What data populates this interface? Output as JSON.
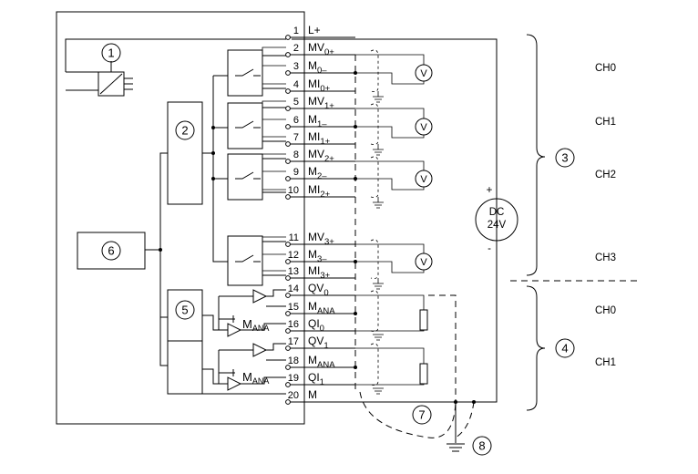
{
  "terminals": [
    {
      "num": "1",
      "main": "L+",
      "sub": ""
    },
    {
      "num": "2",
      "main": "MV",
      "sub": "0+"
    },
    {
      "num": "3",
      "main": "M",
      "sub": "0–"
    },
    {
      "num": "4",
      "main": "MI",
      "sub": "0+"
    },
    {
      "num": "5",
      "main": "MV",
      "sub": "1+"
    },
    {
      "num": "6",
      "main": "M",
      "sub": "1–"
    },
    {
      "num": "7",
      "main": "MI",
      "sub": "1+"
    },
    {
      "num": "8",
      "main": "MV",
      "sub": "2+"
    },
    {
      "num": "9",
      "main": "M",
      "sub": "2–"
    },
    {
      "num": "10",
      "main": "MI",
      "sub": "2+"
    },
    {
      "num": "11",
      "main": "MV",
      "sub": "3+"
    },
    {
      "num": "12",
      "main": "M",
      "sub": "3–"
    },
    {
      "num": "13",
      "main": "MI",
      "sub": "3+"
    },
    {
      "num": "14",
      "main": "QV",
      "sub": "0"
    },
    {
      "num": "15",
      "main": "M",
      "sub": "ANA"
    },
    {
      "num": "16",
      "main": "QI",
      "sub": "0"
    },
    {
      "num": "17",
      "main": "QV",
      "sub": "1"
    },
    {
      "num": "18",
      "main": "M",
      "sub": "ANA"
    },
    {
      "num": "19",
      "main": "QI",
      "sub": "1"
    },
    {
      "num": "20",
      "main": "M",
      "sub": ""
    }
  ],
  "callouts": [
    "1",
    "2",
    "3",
    "4",
    "5",
    "6",
    "7",
    "8"
  ],
  "channels_input": [
    "CH0",
    "CH1",
    "CH2",
    "CH3"
  ],
  "channels_output": [
    "CH0",
    "CH1"
  ],
  "meter_symbol": "V",
  "dc_source": {
    "line1": "DC",
    "line2": "24V",
    "plus": "+",
    "minus": "-"
  },
  "internal_ref": {
    "main": "M",
    "sub": "ANA"
  }
}
